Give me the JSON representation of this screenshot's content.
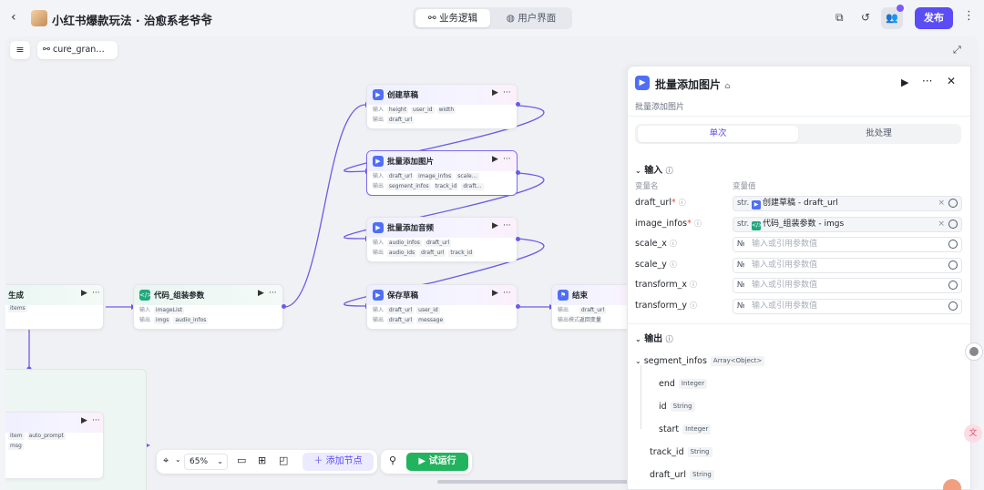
{
  "app": {
    "title": "小红书爆款玩法 · 治愈系老爷爷",
    "tabs": [
      {
        "label": "业务逻辑",
        "icon": "workflow-icon",
        "active": true
      },
      {
        "label": "用户界面",
        "icon": "palette-icon",
        "active": false
      }
    ],
    "publish_label": "发布",
    "accent": "#5b4cf5"
  },
  "canvas": {
    "project_chip": "cure_gran…",
    "zoom": "65%",
    "add_node_label": "添加节点",
    "run_label": "试运行"
  },
  "nodes": {
    "create_draft": {
      "title": "创建草稿",
      "in_label": "输入",
      "out_label": "输出",
      "inputs": [
        "height",
        "user_id",
        "width"
      ],
      "outputs": [
        "draft_url"
      ]
    },
    "add_images": {
      "title": "批量添加图片",
      "in_label": "输入",
      "out_label": "输出",
      "inputs": [
        "draft_url",
        "image_infos",
        "scale…"
      ],
      "outputs": [
        "segment_infos",
        "track_id",
        "draft…"
      ]
    },
    "add_audio": {
      "title": "批量添加音频",
      "in_label": "输入",
      "out_label": "输出",
      "inputs": [
        "audio_infos",
        "draft_url"
      ],
      "outputs": [
        "audio_ids",
        "draft_url",
        "track_id"
      ]
    },
    "save_draft": {
      "title": "保存草稿",
      "in_label": "输入",
      "out_label": "输出",
      "inputs": [
        "draft_url",
        "user_id"
      ],
      "outputs": [
        "draft_url",
        "message"
      ]
    },
    "end": {
      "title": "结束",
      "in_label": "输出",
      "out_label": "输出模式",
      "inputs": [
        "draft_url"
      ],
      "outputs": [
        "返回变量"
      ]
    },
    "code_assemble": {
      "title": "代码_组装参数",
      "in_label": "输入",
      "out_label": "输出",
      "inputs": [
        "imageList"
      ],
      "outputs": [
        "imgs",
        "audio_infos"
      ]
    },
    "left_gen": {
      "title": "生成",
      "outputs": [
        "items"
      ]
    },
    "left_batch": {
      "inputs": [
        "item",
        "auto_prompt"
      ],
      "outputs": [
        "msg"
      ]
    }
  },
  "panel": {
    "title": "批量添加图片",
    "subtitle": "批量添加图片",
    "modes": [
      "单次",
      "批处理"
    ],
    "input_section": "输入",
    "col_name": "变量名",
    "col_value": "变量值",
    "inputs": [
      {
        "name": "draft_url",
        "required": true,
        "type": "str.",
        "ref_node": "创建草稿",
        "ref_var": "draft_url",
        "ref_icon": "plugin-icon"
      },
      {
        "name": "image_infos",
        "required": true,
        "type": "str.",
        "ref_node": "代码_组装参数",
        "ref_var": "imgs",
        "ref_icon": "code-icon"
      },
      {
        "name": "scale_x",
        "required": false,
        "type": "№",
        "placeholder": "输入或引用参数值"
      },
      {
        "name": "scale_y",
        "required": false,
        "type": "№",
        "placeholder": "输入或引用参数值"
      },
      {
        "name": "transform_x",
        "required": false,
        "type": "№",
        "placeholder": "输入或引用参数值"
      },
      {
        "name": "transform_y",
        "required": false,
        "type": "№",
        "placeholder": "输入或引用参数值"
      }
    ],
    "output_section": "输出",
    "outputs": [
      {
        "name": "segment_infos",
        "type": "Array<Object>",
        "level": 0,
        "expanded": true
      },
      {
        "name": "end",
        "type": "Integer",
        "level": 1
      },
      {
        "name": "id",
        "type": "String",
        "level": 1
      },
      {
        "name": "start",
        "type": "Integer",
        "level": 1
      },
      {
        "name": "track_id",
        "type": "String",
        "level": 0
      },
      {
        "name": "draft_url",
        "type": "String",
        "level": 0
      }
    ]
  }
}
